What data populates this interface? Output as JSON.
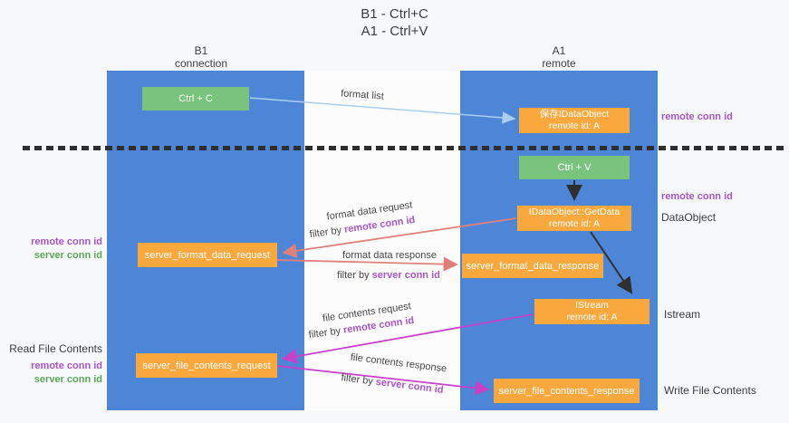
{
  "title": {
    "line1": "B1 - Ctrl+C",
    "line2": "A1 - Ctrl+V"
  },
  "lanes": {
    "left": {
      "name": "B1",
      "sub": "connection"
    },
    "right": {
      "name": "A1",
      "sub": "remote"
    }
  },
  "nodes": {
    "ctrl_c": "Ctrl + C",
    "ctrl_v": "Ctrl + V",
    "save_dataobject": {
      "line1": "保存IDataObject",
      "line2": "remote id: A"
    },
    "getdata": {
      "line1": "IDataObject::GetData",
      "line2": "remote id: A"
    },
    "istream": {
      "line1": "IStream",
      "line2": "remote id: A"
    },
    "server_format_data_request": "server_format_data_request",
    "server_format_data_response": "server_format_data_response",
    "server_file_contents_request": "server_file_contents_request",
    "server_file_contents_response": "server_file_contents_response"
  },
  "arrow_labels": {
    "format_list": "format list",
    "format_data_request": "format data request",
    "format_data_response": "format data response",
    "file_contents_request": "file contents request",
    "file_contents_response": "file contents response",
    "filter_by": "filter by",
    "remote_conn_id": "remote conn id",
    "server_conn_id": "server conn id"
  },
  "side_labels": {
    "right_remote_conn_id_top": "remote conn id",
    "right_remote_conn_id_mid": "remote conn id",
    "right_dataobject": "DataObject",
    "right_istream": "Istream",
    "right_write_file_contents": "Write File Contents",
    "left_remote_conn_id_mid": "remote conn id",
    "left_server_conn_id_mid": "server conn id",
    "left_read_file_contents": "Read File Contents",
    "left_remote_conn_id_bottom": "remote conn id",
    "left_server_conn_id_bottom": "server conn id"
  },
  "colors": {
    "background": "#f7f8fa",
    "lane_blue": "#4d86d7",
    "green_box": "#79c47d",
    "orange_box": "#f9a83e",
    "purple_label": "#a855c8",
    "green_label": "#58a758",
    "salmon_arrow": "#e0807a",
    "magenta_arrow": "#c940c9",
    "light_blue_arrow": "#aacfee",
    "black_arrow": "#2f2f2f",
    "box_text": "#ffffff"
  }
}
